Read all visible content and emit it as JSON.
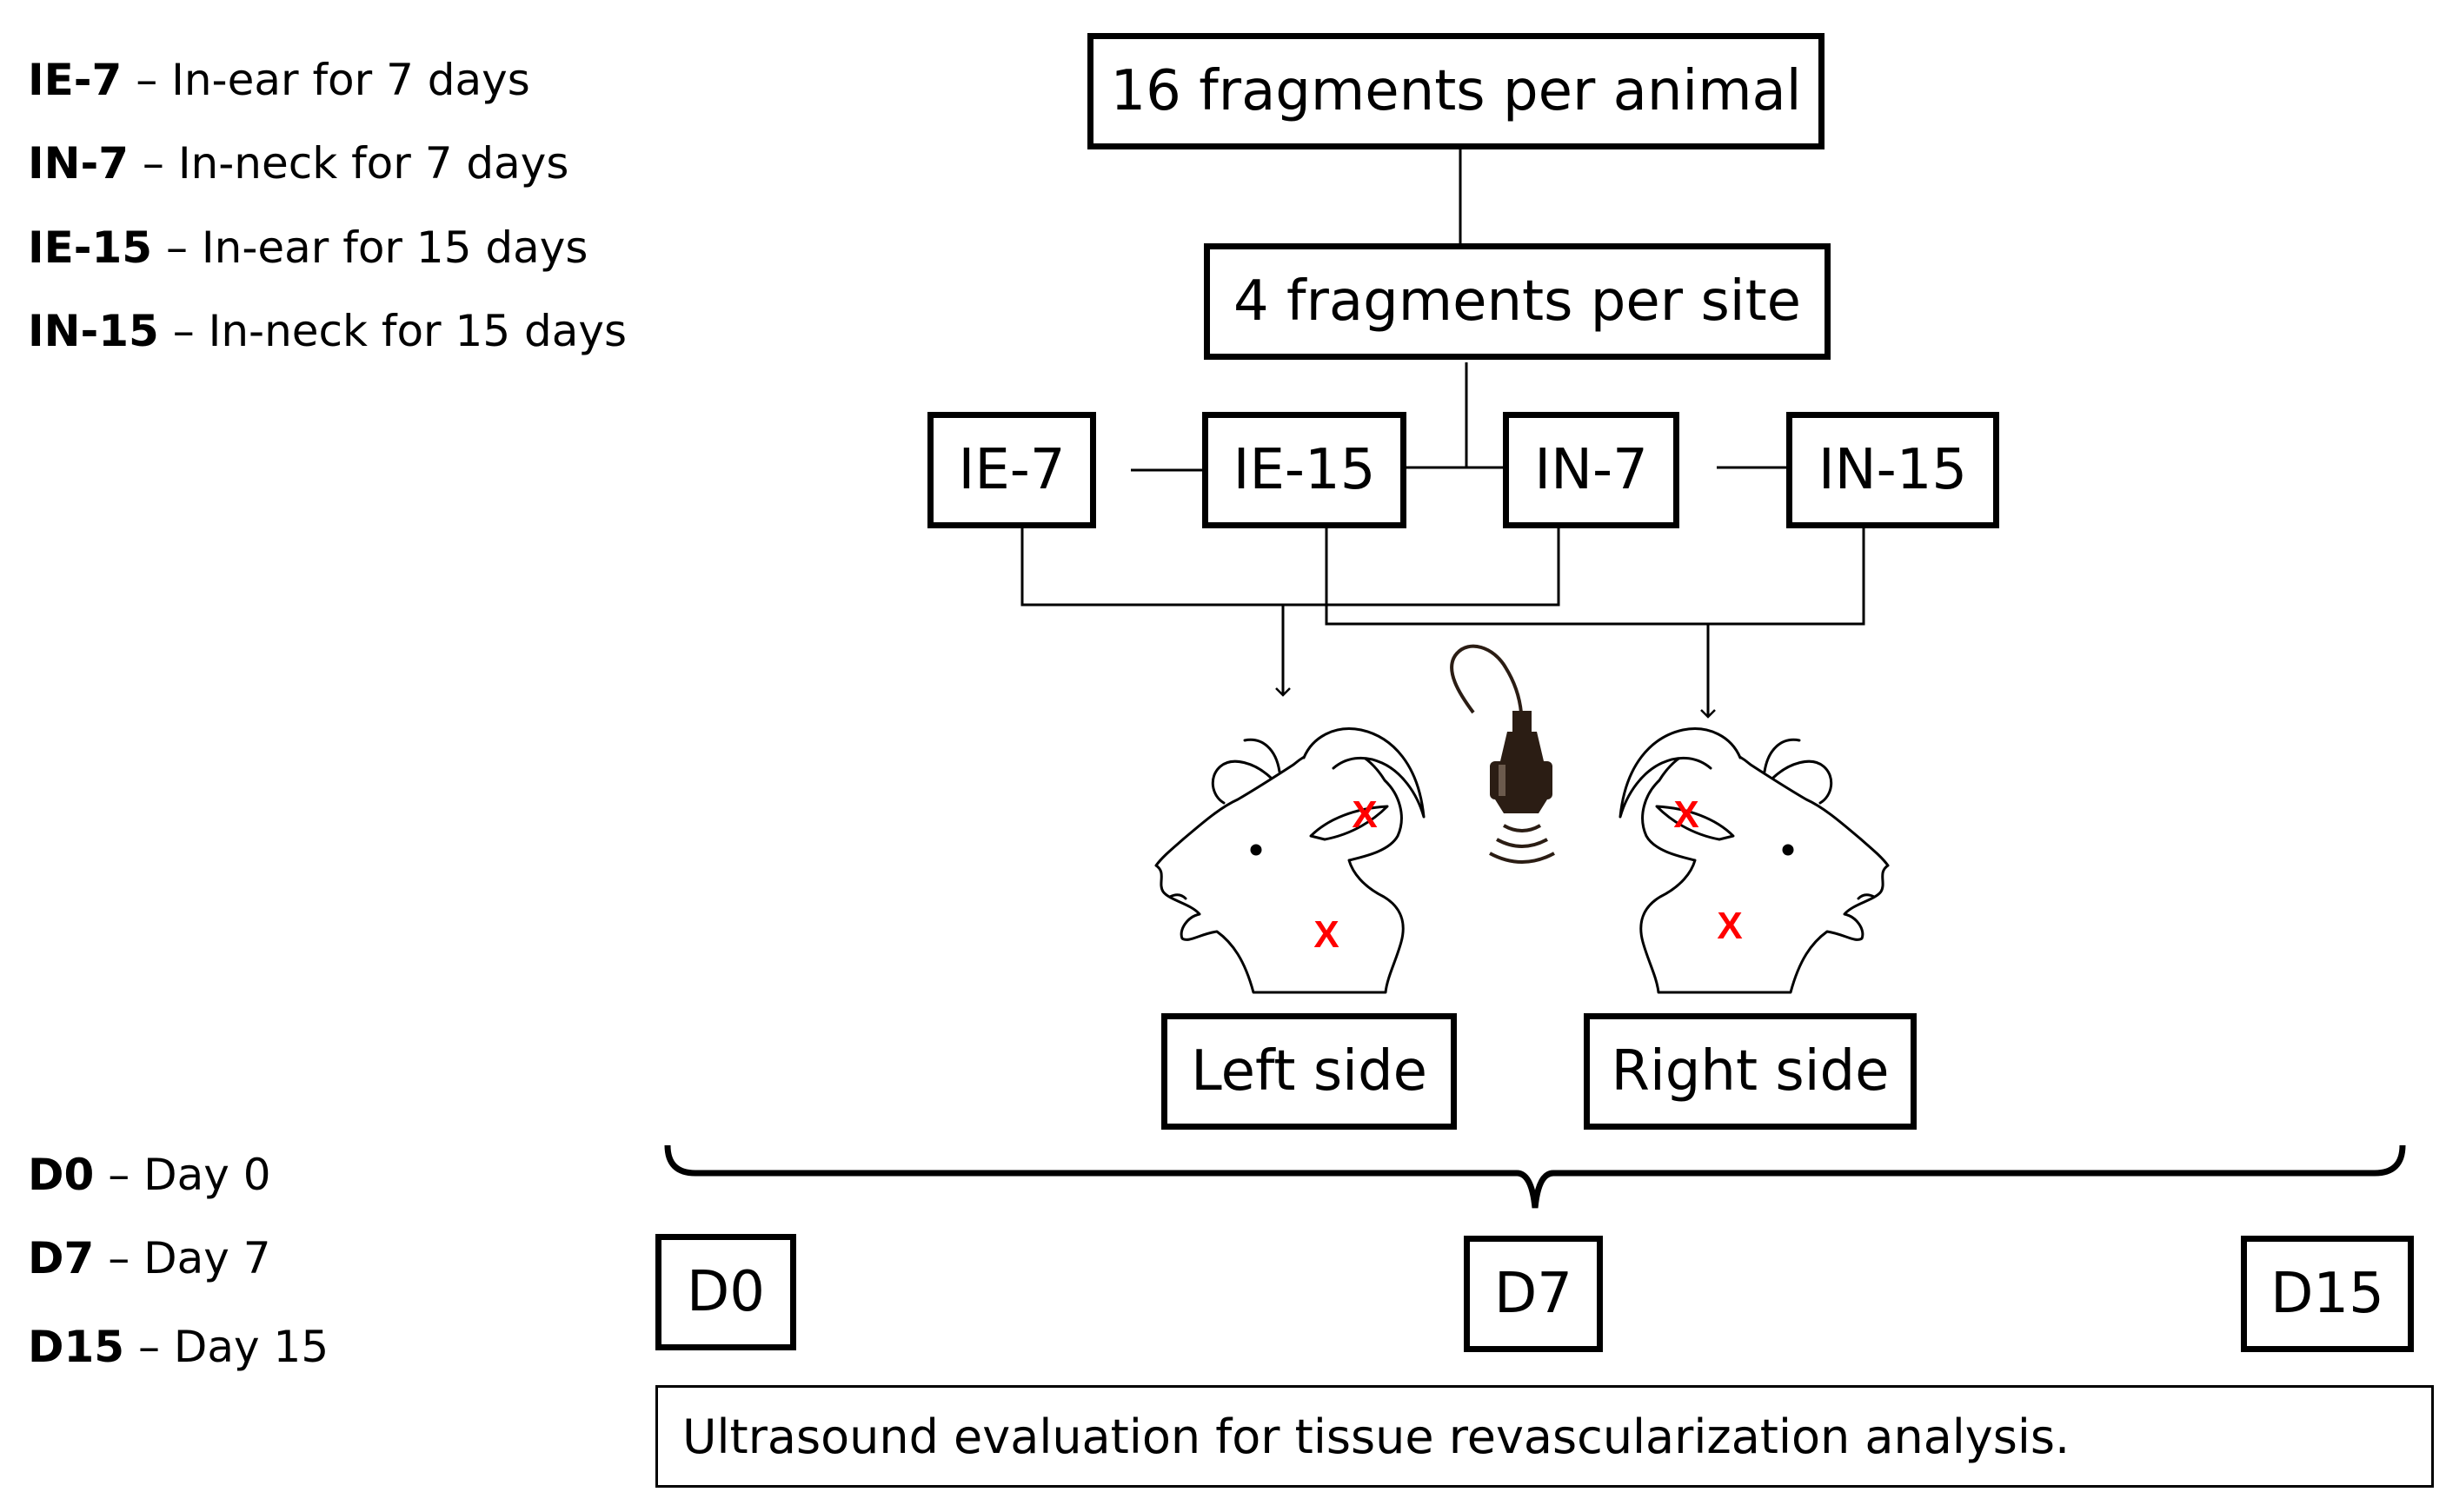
{
  "legend_groups": [
    [
      {
        "code": "IE-7",
        "text": "In-ear for 7 days"
      },
      {
        "code": "IN-7",
        "text": "In-neck for 7 days"
      },
      {
        "code": "IE-15",
        "text": "In-ear for 15 days"
      },
      {
        "code": "IN-15",
        "text": "In-neck for 15 days"
      }
    ],
    [
      {
        "code": "D0",
        "text": "Day 0"
      },
      {
        "code": "D7",
        "text": "Day 7"
      },
      {
        "code": "D15",
        "text": "Day 15"
      }
    ]
  ],
  "separator": "–",
  "nodes": {
    "animal": "16 fragments per animal",
    "site": "4 fragments per site",
    "ie7": "IE-7",
    "ie15": "IE-15",
    "in7": "IN-7",
    "in15": "IN-15",
    "left_side": "Left side",
    "right_side": "Right side",
    "d0": "D0",
    "d7": "D7",
    "d15": "D15"
  },
  "marker": "X",
  "colors": {
    "marker": "#ff0000",
    "stroke": "#000000",
    "probe": "#2b1d14"
  },
  "footer": "Ultrasound evaluation for tissue revascularization analysis."
}
